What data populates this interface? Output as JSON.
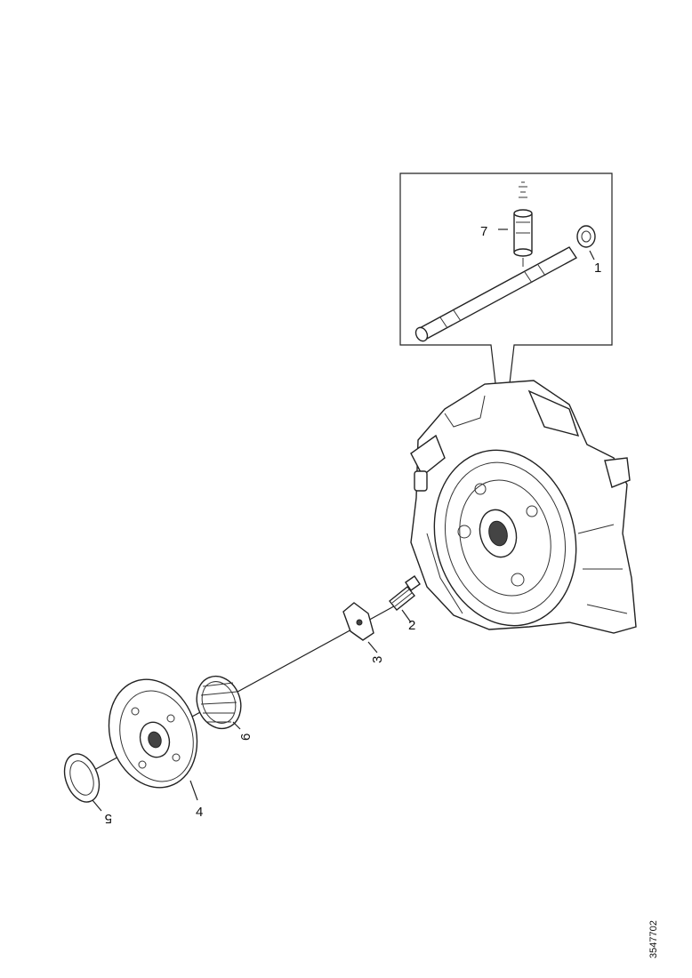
{
  "callouts": {
    "c1": "1",
    "c2": "2",
    "c3": "3",
    "c4": "4",
    "c5": "5",
    "c6": "6",
    "c7": "7"
  },
  "document_id": "3547702"
}
